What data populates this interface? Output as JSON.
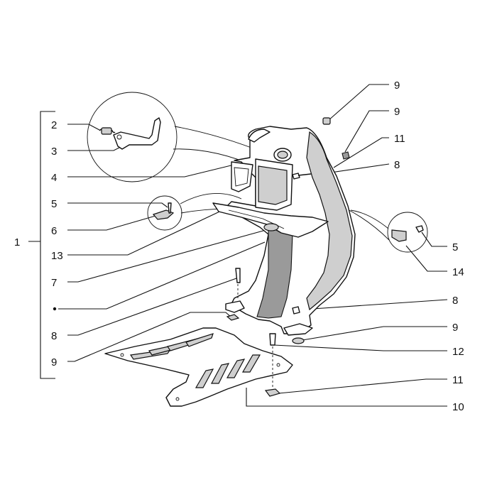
{
  "labels": {
    "left": [
      {
        "id": "l2",
        "text": "2"
      },
      {
        "id": "l3",
        "text": "3"
      },
      {
        "id": "l4",
        "text": "4"
      },
      {
        "id": "l5",
        "text": "5"
      },
      {
        "id": "l6",
        "text": "6"
      },
      {
        "id": "l13",
        "text": "13"
      },
      {
        "id": "l7",
        "text": "7"
      },
      {
        "id": "l8",
        "text": "8"
      },
      {
        "id": "l9",
        "text": "9"
      }
    ],
    "assembly": "1",
    "right": [
      {
        "id": "r9a",
        "text": "9"
      },
      {
        "id": "r9b",
        "text": "9"
      },
      {
        "id": "r11a",
        "text": "11"
      },
      {
        "id": "r8a",
        "text": "8"
      },
      {
        "id": "r5",
        "text": "5"
      },
      {
        "id": "r14",
        "text": "14"
      },
      {
        "id": "r8b",
        "text": "8"
      },
      {
        "id": "r9c",
        "text": "9"
      },
      {
        "id": "r12",
        "text": "12"
      },
      {
        "id": "r11b",
        "text": "11"
      },
      {
        "id": "r10",
        "text": "10"
      }
    ]
  },
  "colors": {
    "line": "#111111",
    "shade": "#cfcfcf",
    "background": "#ffffff"
  }
}
